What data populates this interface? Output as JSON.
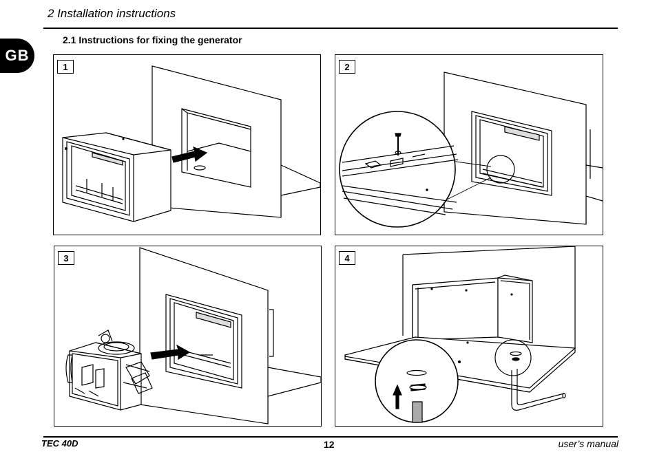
{
  "header": {
    "title": "2 Installation instructions"
  },
  "side_tab": {
    "label": "GB"
  },
  "section": {
    "title": "2.1   Instructions for fixing the generator"
  },
  "figures": [
    {
      "number": "1"
    },
    {
      "number": "2"
    },
    {
      "number": "3"
    },
    {
      "number": "4"
    }
  ],
  "footer": {
    "model": "TEC 40D",
    "page": "12",
    "manual": "user’s manual"
  }
}
